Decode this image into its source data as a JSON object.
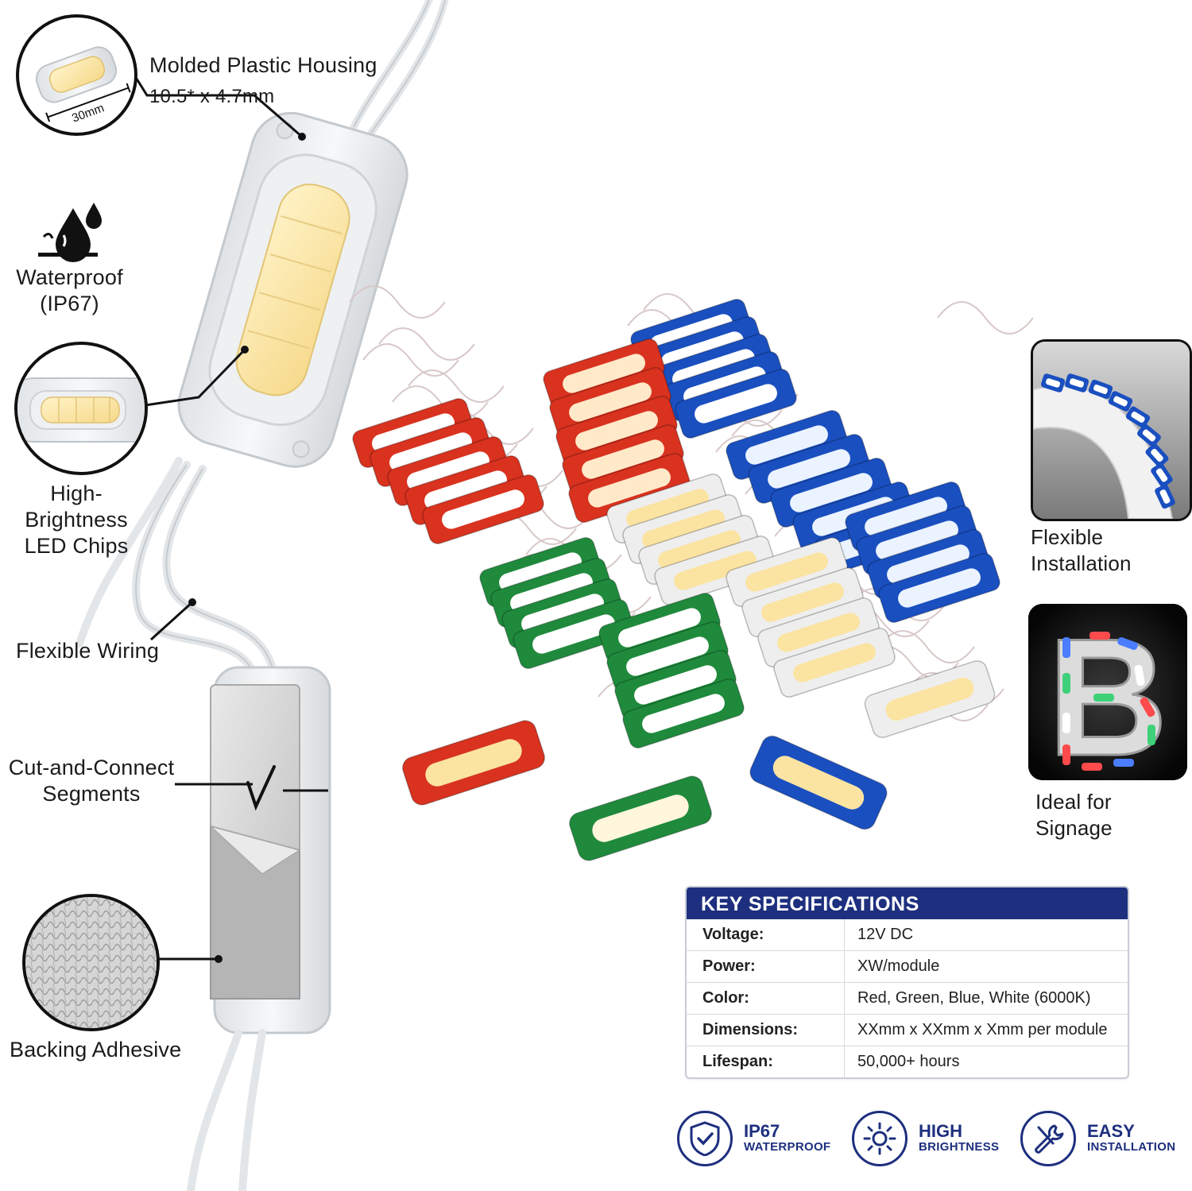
{
  "callouts": {
    "housing_title": "Molded Plastic Housing",
    "housing_dims": "10.5* x 4.7mm",
    "housing_length": "30mm",
    "waterproof_line1": "Waterproof",
    "waterproof_line2": "(IP67)",
    "chips_line1": "High-Brightness",
    "chips_line2": "LED Chips",
    "wiring": "Flexible Wiring",
    "segments_line1": "Cut-and-Connect",
    "segments_line2": "Segments",
    "adhesive": "Backing Adhesive",
    "flexible_install": "Flexible Installation",
    "signage": "Ideal for Signage",
    "signage_letter": "B"
  },
  "specs": {
    "title": "KEY SPECIFICATIONS",
    "rows": [
      {
        "key": "Voltage:",
        "value": "12V DC"
      },
      {
        "key": "Power:",
        "value": "XW/module"
      },
      {
        "key": "Color:",
        "value": "Red, Green, Blue, White (6000K)"
      },
      {
        "key": "Dimensions:",
        "value": "XXmm x XXmm x Xmm per module"
      },
      {
        "key": "Lifespan:",
        "value": "50,000+ hours"
      }
    ]
  },
  "badges": [
    {
      "icon": "shield-check-icon",
      "line1": "IP67",
      "line2": "WATERPROOF"
    },
    {
      "icon": "sun-icon",
      "line1": "HIGH",
      "line2": "BRIGHTNESS"
    },
    {
      "icon": "wrench-screwdriver-icon",
      "line1": "EASY",
      "line2": "INSTALLATION"
    }
  ],
  "colors": {
    "accent_navy": "#1d2f7e",
    "module_red": "#d9321f",
    "module_green": "#1f8a3c",
    "module_blue": "#1a4fc0",
    "module_white": "#eeeeee",
    "led_warm": "#fbe3a2"
  }
}
